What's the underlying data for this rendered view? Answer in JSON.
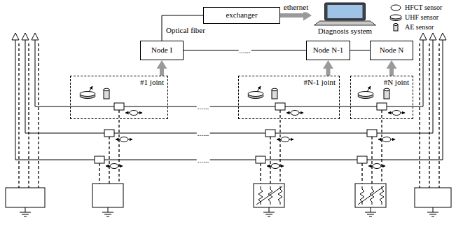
{
  "diagram": {
    "nodes": [
      {
        "text": [
          "exchanger"
        ]
      },
      {
        "text": [
          "Diagnosis system"
        ]
      },
      {
        "text": [
          "Node I"
        ]
      },
      {
        "text": [
          "Node N-1"
        ]
      },
      {
        "text": [
          "Node N"
        ]
      },
      {
        "text": [
          "#1 joint"
        ]
      },
      {
        "text": [
          "#N-1 joint"
        ]
      },
      {
        "text": [
          "#N joint"
        ]
      }
    ],
    "edges": [
      {
        "from": 0,
        "to": 1,
        "arrow": "to",
        "label": "ethernet"
      },
      {
        "from": 0,
        "to": 2,
        "arrow": "none",
        "label": "Optical fiber"
      },
      {
        "from": 2,
        "to": 3,
        "arrow": "none",
        "label": "......"
      },
      {
        "from": 3,
        "to": 4,
        "arrow": "none"
      },
      {
        "from": 5,
        "to": 2,
        "arrow": "to"
      },
      {
        "from": 6,
        "to": 3,
        "arrow": "to"
      },
      {
        "from": 7,
        "to": 4,
        "arrow": "to"
      }
    ],
    "labels": [
      "......",
      "......",
      "......"
    ],
    "legend": [
      {
        "text": "HFCT sensor"
      },
      {
        "text": "UHF sensor"
      },
      {
        "text": "AE sensor"
      }
    ]
  }
}
